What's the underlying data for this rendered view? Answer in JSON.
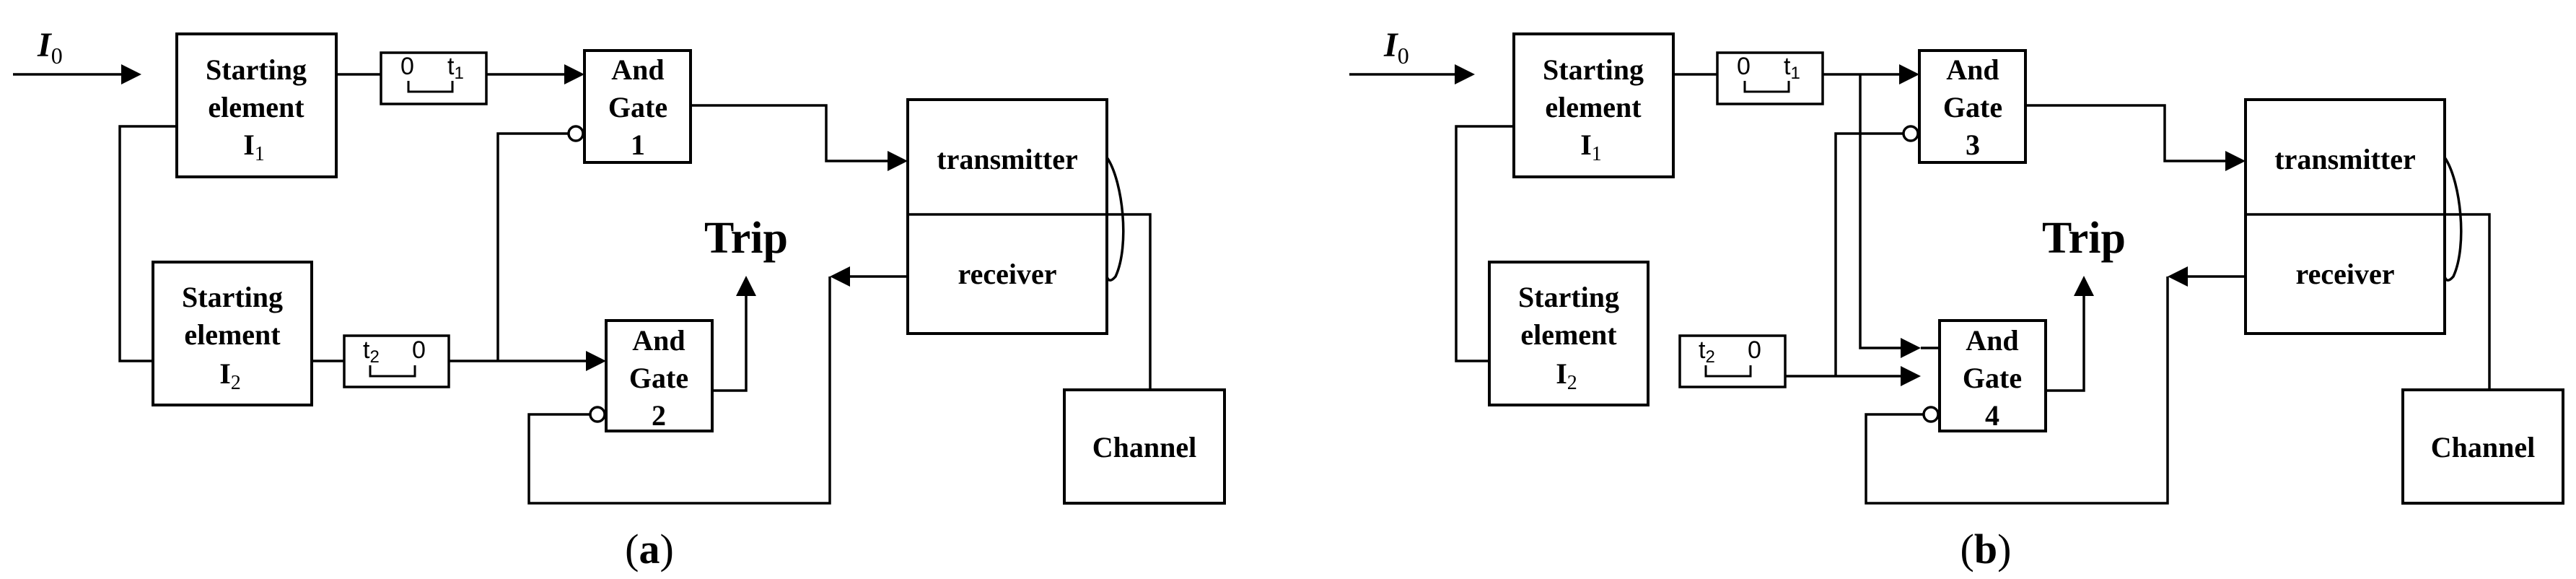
{
  "input_label": "I",
  "input_sub": "0",
  "trip": "Trip",
  "starting_element": "Starting\nelement",
  "i1_main": "I",
  "i1_sub": "1",
  "i2_main": "I",
  "i2_sub": "2",
  "and_gate": "And\nGate",
  "gate_numbers": {
    "g1": "1",
    "g2": "2",
    "g3": "3",
    "g4": "4"
  },
  "timer_t1": {
    "left": "0",
    "right": "t",
    "right_sub": "1"
  },
  "timer_t2": {
    "left": "t",
    "left_sub": "2",
    "right": "0"
  },
  "transmitter": "transmitter",
  "receiver": "receiver",
  "channel": "Channel",
  "captions": {
    "a": {
      "open": "(",
      "letter": "a",
      "close": ")"
    },
    "b": {
      "open": "(",
      "letter": "b",
      "close": ")"
    }
  }
}
